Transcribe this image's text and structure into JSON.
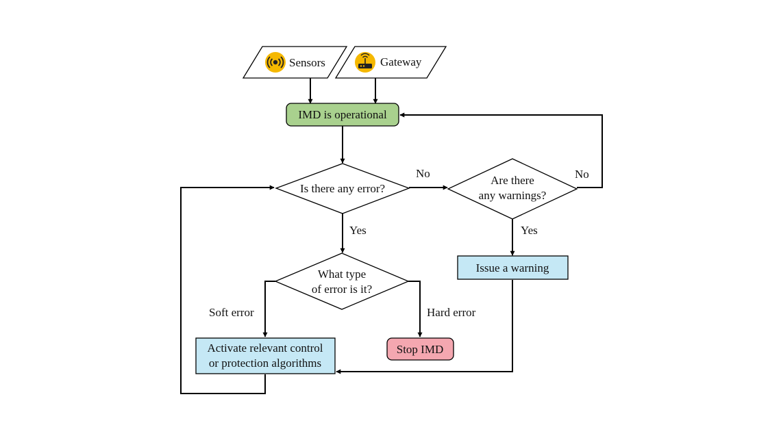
{
  "colors": {
    "start": "#a9d18e",
    "process": "#c5e8f5",
    "stop": "#f4a7b0",
    "input": "#ffffff",
    "decision": "#ffffff",
    "icon": "#f5b800",
    "line": "#000000"
  },
  "inputs": {
    "sensors": {
      "label": "Sensors",
      "icon": "radio-waves-icon"
    },
    "gateway": {
      "label": "Gateway",
      "icon": "wifi-router-icon"
    }
  },
  "nodes": {
    "start": "IMD is operational",
    "error_question": "Is there any error?",
    "warning_question": {
      "line1": "Are there",
      "line2": "any warnings?"
    },
    "error_type_question": {
      "line1": "What type",
      "line2": "of error is it?"
    },
    "issue_warning": "Issue a warning",
    "activate": {
      "line1": "Activate relevant control",
      "line2": "or protection algorithms"
    },
    "stop": "Stop IMD"
  },
  "edge_labels": {
    "error_no": "No",
    "warning_no": "No",
    "error_yes": "Yes",
    "warning_yes": "Yes",
    "soft_error": "Soft error",
    "hard_error": "Hard error"
  }
}
